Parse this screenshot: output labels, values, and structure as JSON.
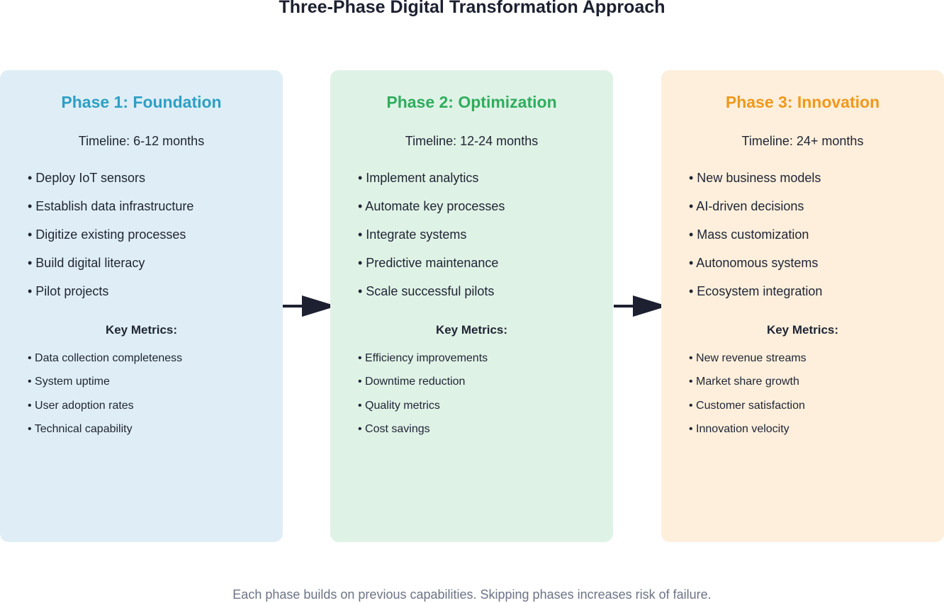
{
  "title": "Three-Phase Digital Transformation Approach",
  "phases": [
    {
      "title": "Phase 1: Foundation",
      "timeline": "Timeline: 6-12 months",
      "activities": [
        "• Deploy IoT sensors",
        "• Establish data infrastructure",
        "• Digitize existing processes",
        "• Build digital literacy",
        "• Pilot projects"
      ],
      "metrics_heading": "Key Metrics:",
      "metrics": [
        "• Data collection completeness",
        "• System uptime",
        "• User adoption rates",
        "• Technical capability"
      ],
      "colors": {
        "background": "#dfeef6",
        "title": "#2e9fc4"
      }
    },
    {
      "title": "Phase 2: Optimization",
      "timeline": "Timeline: 12-24 months",
      "activities": [
        "• Implement analytics",
        "• Automate key processes",
        "• Integrate systems",
        "• Predictive maintenance",
        "• Scale successful pilots"
      ],
      "metrics_heading": "Key Metrics:",
      "metrics": [
        "• Efficiency improvements",
        "• Downtime reduction",
        "• Quality metrics",
        "• Cost savings"
      ],
      "colors": {
        "background": "#dff2e6",
        "title": "#2fad5d"
      }
    },
    {
      "title": "Phase 3: Innovation",
      "timeline": "Timeline: 24+ months",
      "activities": [
        "• New business models",
        "• AI-driven decisions",
        "• Mass customization",
        "• Autonomous systems",
        "• Ecosystem integration"
      ],
      "metrics_heading": "Key Metrics:",
      "metrics": [
        "• New revenue streams",
        "• Market share growth",
        "• Customer satisfaction",
        "• Innovation velocity"
      ],
      "colors": {
        "background": "#fdefdc",
        "title": "#f0981b"
      }
    }
  ],
  "arrows": {
    "icon": "arrow-right-icon",
    "color": "#1c2030"
  },
  "footnote": "Each phase builds on previous capabilities. Skipping phases increases risk of failure."
}
